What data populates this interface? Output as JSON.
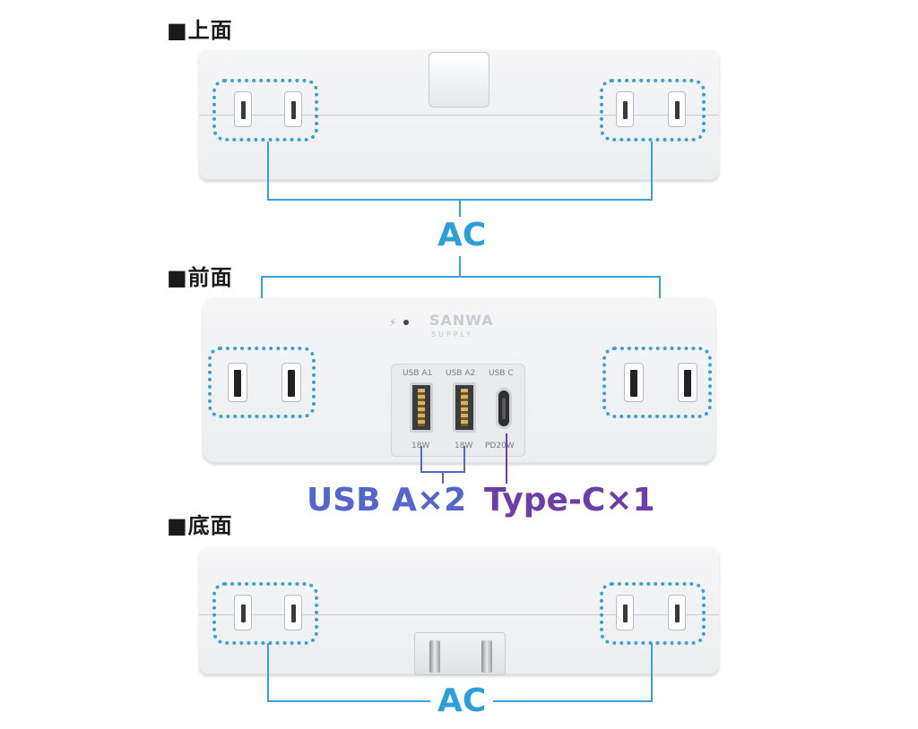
{
  "sections": {
    "top": "■上面",
    "front": "■前面",
    "bottom": "■底面"
  },
  "labels": {
    "ac_top": "AC",
    "ac_bottom": "AC",
    "usb_a_callout": "USB A×2",
    "type_c_callout": "Type-C×1"
  },
  "brand": {
    "main": "SANWA",
    "sub": "SUPPLY"
  },
  "usb_ports": {
    "a1": "USB A1",
    "a2": "USB A2",
    "c": "USB C",
    "a1_power": "18W",
    "a2_power": "18W",
    "c_power": "PD20W"
  },
  "colors": {
    "ac_accent": "#2b9fd8",
    "usb_a_accent": "#5466cc",
    "type_c_accent": "#6c3fa8"
  }
}
